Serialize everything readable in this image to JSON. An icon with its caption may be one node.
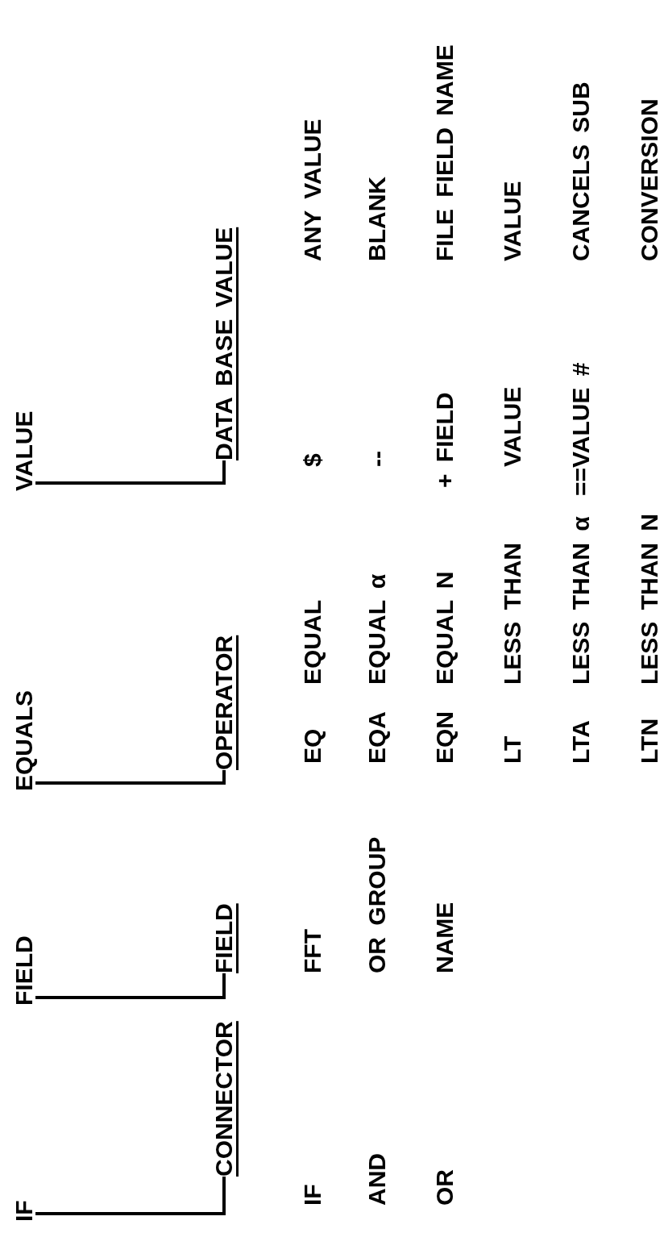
{
  "diagram": {
    "nodes": [
      {
        "text": [
          "IF"
        ]
      },
      {
        "text": [
          "FIELD"
        ]
      },
      {
        "text": [
          "EQUALS"
        ]
      },
      {
        "text": [
          "VALUE"
        ]
      },
      {
        "text": [
          "CONNECTOR"
        ]
      },
      {
        "text": [
          "FIELD"
        ]
      },
      {
        "text": [
          "OPERATOR"
        ]
      },
      {
        "text": [
          "DATA BASE VALUE"
        ]
      }
    ],
    "edges": [
      {
        "from": 0,
        "to": 4,
        "arrow": "none"
      },
      {
        "from": 1,
        "to": 5,
        "arrow": "none"
      },
      {
        "from": 2,
        "to": 6,
        "arrow": "none"
      },
      {
        "from": 3,
        "to": 7,
        "arrow": "none"
      }
    ],
    "labels": [
      "IF",
      "FFT",
      "EQ",
      "EQUAL",
      "$",
      "ANY VALUE",
      "AND",
      "OR GROUP",
      "EQA",
      "EQUAL α",
      "--",
      "BLANK",
      "OR",
      "NAME",
      "EQN",
      "EQUAL N",
      "+ FIELD",
      "FILE FIELD NAME",
      "LT",
      "LESS THAN",
      "VALUE",
      "VALUE",
      "LTA",
      "LESS THAN α",
      "==VALUE #",
      "CANCELS SUB",
      "LTN",
      "LESS THAN N",
      "CONVERSION"
    ]
  }
}
